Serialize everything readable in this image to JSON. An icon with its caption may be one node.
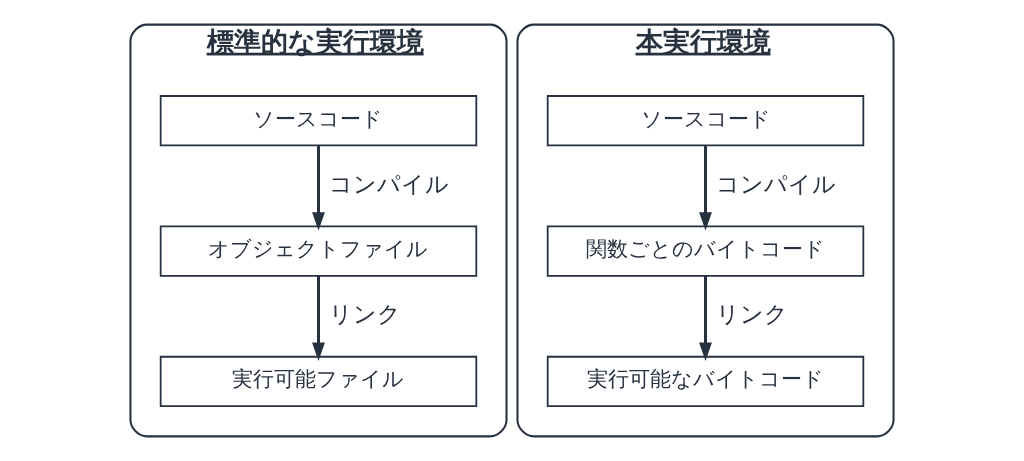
{
  "diagram": {
    "nodes": [
      {
        "text": [
          "標準的な実行環境"
        ]
      },
      {
        "text": [
          "ソースコード"
        ],
        "in": 0
      },
      {
        "text": [
          "オブジェクトファイル"
        ],
        "in": 0
      },
      {
        "text": [
          "実行可能ファイル"
        ],
        "in": 0
      },
      {
        "text": [
          "本実行環境"
        ]
      },
      {
        "text": [
          "ソースコード"
        ],
        "in": 4
      },
      {
        "text": [
          "関数ごとのバイトコード"
        ],
        "in": 4
      },
      {
        "text": [
          "実行可能なバイトコード"
        ],
        "in": 4
      }
    ],
    "edges": [
      {
        "from": 1,
        "to": 2,
        "arrow": "to",
        "label": "コンパイル"
      },
      {
        "from": 2,
        "to": 3,
        "arrow": "to",
        "label": "リンク"
      },
      {
        "from": 5,
        "to": 6,
        "arrow": "to",
        "label": "コンパイル"
      },
      {
        "from": 6,
        "to": 7,
        "arrow": "to",
        "label": "リンク"
      }
    ]
  }
}
